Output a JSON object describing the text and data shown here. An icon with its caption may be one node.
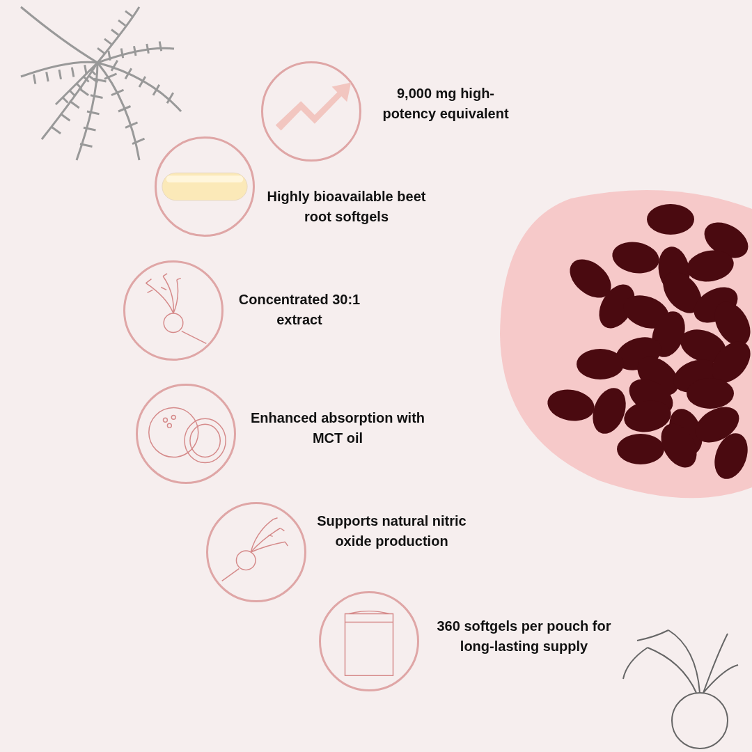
{
  "diagram": {
    "nodes": [
      {
        "text": [],
        "shape": "circle",
        "beside": [
          "9,000 mg high-potency equivalent"
        ]
      },
      {
        "text": [],
        "shape": "circle",
        "beside": [
          "Highly bioavailable beet root softgels"
        ]
      },
      {
        "text": [],
        "shape": "circle",
        "beside": [
          "Concentrated 30:1 extract"
        ]
      },
      {
        "text": [],
        "shape": "circle",
        "beside": [
          "Enhanced absorption with MCT oil"
        ]
      },
      {
        "text": [],
        "shape": "circle",
        "beside": [
          "Supports natural nitric oxide production"
        ]
      },
      {
        "text": [],
        "shape": "circle",
        "beside": [
          "360 softgels per pouch for long-lasting supply"
        ]
      }
    ]
  }
}
